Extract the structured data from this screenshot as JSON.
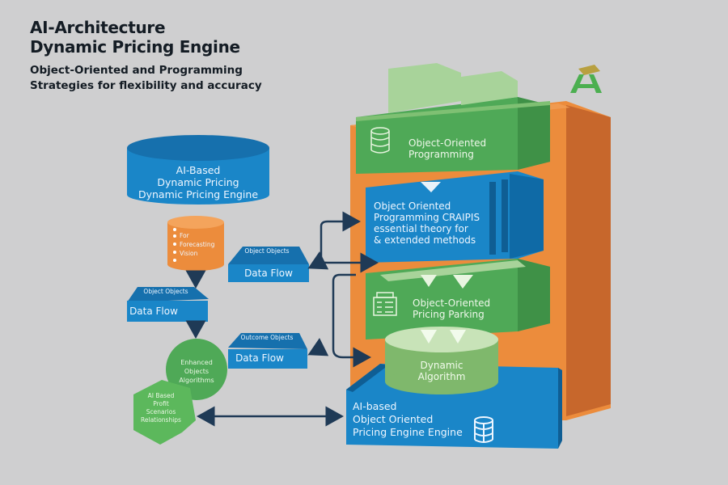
{
  "header": {
    "title_line1": "AI-Architecture",
    "title_line2": "Dynamic Pricing Engine",
    "subtitle_line1": "Object-Oriented and Programming",
    "subtitle_line2": "Strategies  for flexibility and accuracy"
  },
  "logo": {
    "letter": "A",
    "color": "#4caf50"
  },
  "colors": {
    "background": "#cfcfd0",
    "blue": "#1a86c8",
    "blue_dark": "#0f5e94",
    "green": "#4fa957",
    "green_light": "#a8d39a",
    "orange": "#ec8c3c",
    "orange_dark": "#c7672c",
    "arrow": "#1f3a56"
  },
  "left_flow": {
    "database": {
      "line1": "AI-Based",
      "line2": "Dynamic Pricing",
      "line3": "Dynamic Pricing Engine"
    },
    "orange_store": {
      "items": [
        "For",
        "Forecasting",
        "Vision"
      ]
    },
    "data_flow_1": {
      "top": "Object Objects",
      "label": "Data Flow"
    },
    "data_flow_2": {
      "top": "Object Objects",
      "label": "Data Flow"
    },
    "data_flow_3": {
      "top": "Outcome Objects",
      "label": "Data Flow"
    },
    "green_circle": {
      "line1": "Enhanced",
      "line2": "Objects",
      "line3": "Algorithms"
    },
    "green_hex": {
      "line1": "AI Based",
      "line2": "Profit",
      "line3": "Scenarios",
      "line4": "Relationships"
    }
  },
  "stack": {
    "layer1": {
      "line1": "Object-Oriented",
      "line2": "Programming"
    },
    "layer2": {
      "line1": "Object Oriented",
      "line2": "Programming CRAIPIS",
      "line3": "essential theory for",
      "line4": "& extended methods"
    },
    "layer3": {
      "line1": "Object-Oriented",
      "line2": "Pricing Parking"
    },
    "algorithm": {
      "line1": "Dynamic",
      "line2": "Algorithm"
    },
    "base": {
      "line1": "AI-based",
      "line2": "Object Oriented",
      "line3": "Pricing Engine Engine"
    }
  }
}
